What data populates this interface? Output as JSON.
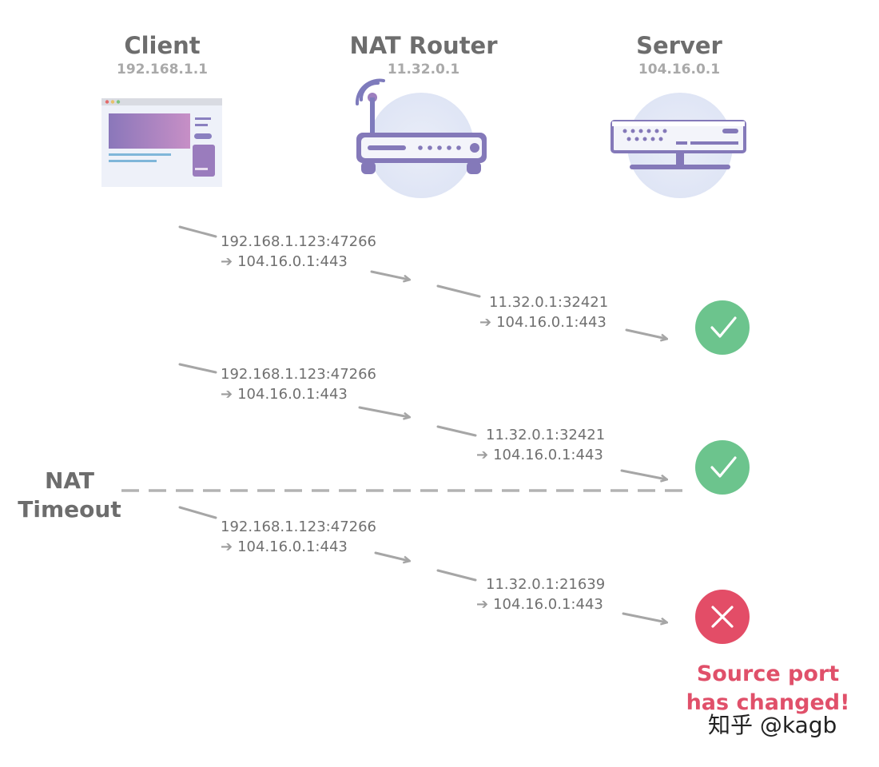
{
  "actors": {
    "client": {
      "name": "Client",
      "ip": "192.168.1.1"
    },
    "router": {
      "name": "NAT Router",
      "ip": "11.32.0.1"
    },
    "server": {
      "name": "Server",
      "ip": "104.16.0.1"
    }
  },
  "messages": [
    {
      "from": "192.168.1.123:47266",
      "to": "104.16.0.1:443"
    },
    {
      "from": "11.32.0.1:32421",
      "to": "104.16.0.1:443"
    },
    {
      "from": "192.168.1.123:47266",
      "to": "104.16.0.1:443"
    },
    {
      "from": "11.32.0.1:32421",
      "to": "104.16.0.1:443"
    },
    {
      "from": "192.168.1.123:47266",
      "to": "104.16.0.1:443"
    },
    {
      "from": "11.32.0.1:21639",
      "to": "104.16.0.1:443"
    }
  ],
  "timeout": {
    "line1": "NAT",
    "line2": "Timeout"
  },
  "results": [
    {
      "status": "success",
      "icon": "check-icon"
    },
    {
      "status": "success",
      "icon": "check-icon"
    },
    {
      "status": "failure",
      "icon": "cross-icon"
    }
  ],
  "error_note": {
    "line1": "Source port",
    "line2": "has changed!"
  },
  "watermark": "知乎 @kagb",
  "colors": {
    "success": "#6cc48d",
    "failure": "#e34d67",
    "client_line_top": "#7ec3df",
    "client_line_bottom": "#8879bd",
    "router_line": "#b47bbd",
    "server_line": "#a877bd",
    "arrow": "#a6a6a6"
  }
}
